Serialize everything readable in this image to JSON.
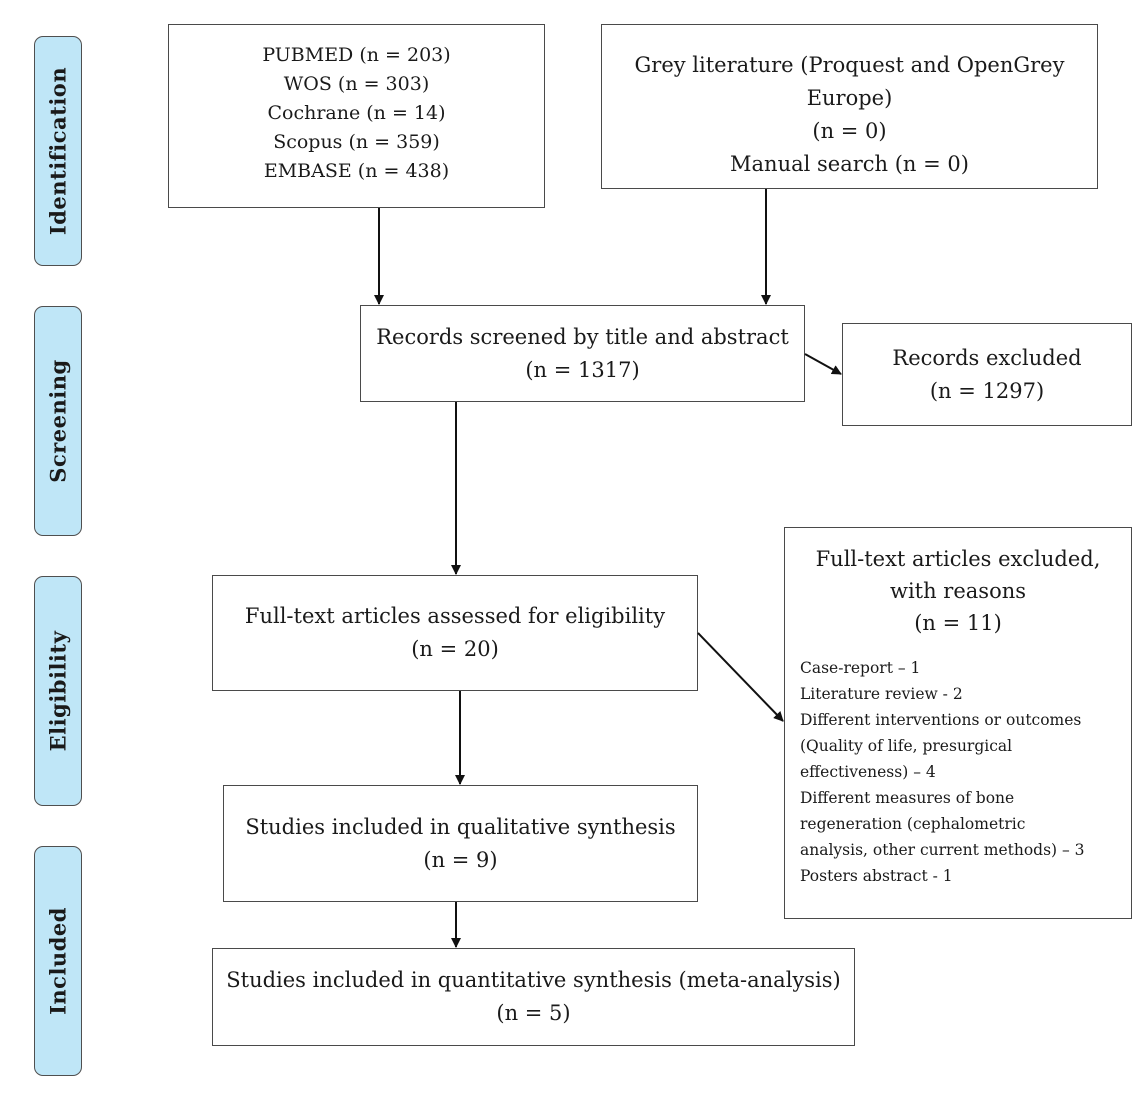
{
  "phases": {
    "identification": "Identification",
    "screening": "Screening",
    "eligibility": "Eligibility",
    "included": "Included"
  },
  "databases": [
    "PUBMED (n = 203)",
    "WOS (n = 303)",
    "Cochrane (n = 14)",
    "Scopus (n = 359)",
    "EMBASE (n = 438)"
  ],
  "grey_literature": {
    "line1": "Grey literature (Proquest and OpenGrey",
    "line2": "Europe)",
    "line3": "(n = 0)",
    "line4": "Manual search (n = 0)"
  },
  "screened": {
    "label": "Records screened by title and abstract",
    "count": "(n = 1317)"
  },
  "excluded": {
    "label": "Records excluded",
    "count": "(n = 1297)"
  },
  "fulltext": {
    "label": "Full-text articles assessed for eligibility",
    "count": "(n = 20)"
  },
  "fulltext_excluded": {
    "title_line1": "Full-text articles excluded,",
    "title_line2": "with reasons",
    "count": "(n = 11)",
    "reasons": [
      "Case-report – 1",
      "Literature review - 2",
      "Different interventions or outcomes",
      "(Quality of life, presurgical",
      "effectiveness) – 4",
      "Different measures of bone",
      "regeneration (cephalometric",
      "analysis, other current methods) – 3",
      "Posters abstract - 1"
    ]
  },
  "qualitative": {
    "label": "Studies included in qualitative synthesis",
    "count": "(n = 9)"
  },
  "quantitative": {
    "label": "Studies included in quantitative synthesis (meta-analysis)",
    "count": "(n = 5)"
  }
}
